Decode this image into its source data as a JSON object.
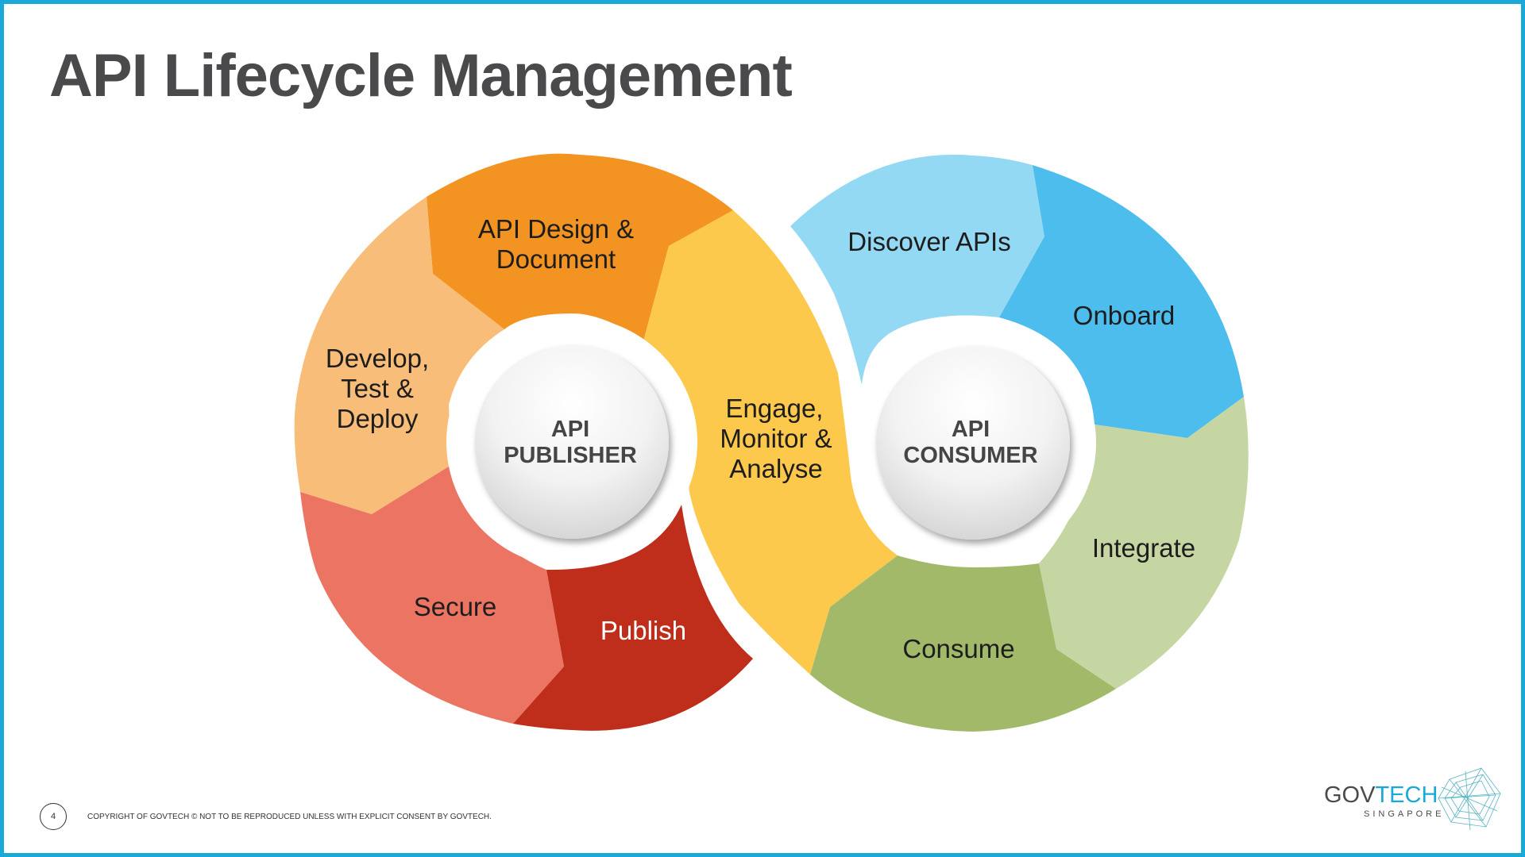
{
  "title": "API Lifecycle Management",
  "publisher": {
    "hub": [
      "API",
      "PUBLISHER"
    ],
    "segments": [
      {
        "id": "design",
        "lines": [
          "API Design &",
          "Document"
        ],
        "color": "#f39422"
      },
      {
        "id": "engage",
        "lines": [
          "Engage,",
          "Monitor &",
          "Analyse"
        ],
        "color": "#fdc94d"
      },
      {
        "id": "publish",
        "lines": [
          "Publish"
        ],
        "color": "#bf2e1a"
      },
      {
        "id": "secure",
        "lines": [
          "Secure"
        ],
        "color": "#ec7462"
      },
      {
        "id": "develop",
        "lines": [
          "Develop,",
          "Test &",
          "Deploy"
        ],
        "color": "#f8bd78"
      }
    ]
  },
  "consumer": {
    "hub": [
      "API",
      "CONSUMER"
    ],
    "segments": [
      {
        "id": "discover",
        "lines": [
          "Discover APIs"
        ],
        "color": "#94d9f3"
      },
      {
        "id": "onboard",
        "lines": [
          "Onboard"
        ],
        "color": "#4cbdec"
      },
      {
        "id": "integrate",
        "lines": [
          "Integrate"
        ],
        "color": "#c6d6a3"
      },
      {
        "id": "consume",
        "lines": [
          "Consume"
        ],
        "color": "#a2b969"
      }
    ]
  },
  "footer": {
    "page_number": "4",
    "copyright": "COPYRIGHT OF GOVTECH © NOT TO BE REPRODUCED UNLESS WITH EXPLICIT CONSENT BY GOVTECH."
  },
  "logo": {
    "word1": "GOV",
    "word2": "TECH",
    "sub": "SINGAPORE"
  },
  "colors": {
    "border": "#19a9d6",
    "title": "#4a4a4c"
  }
}
